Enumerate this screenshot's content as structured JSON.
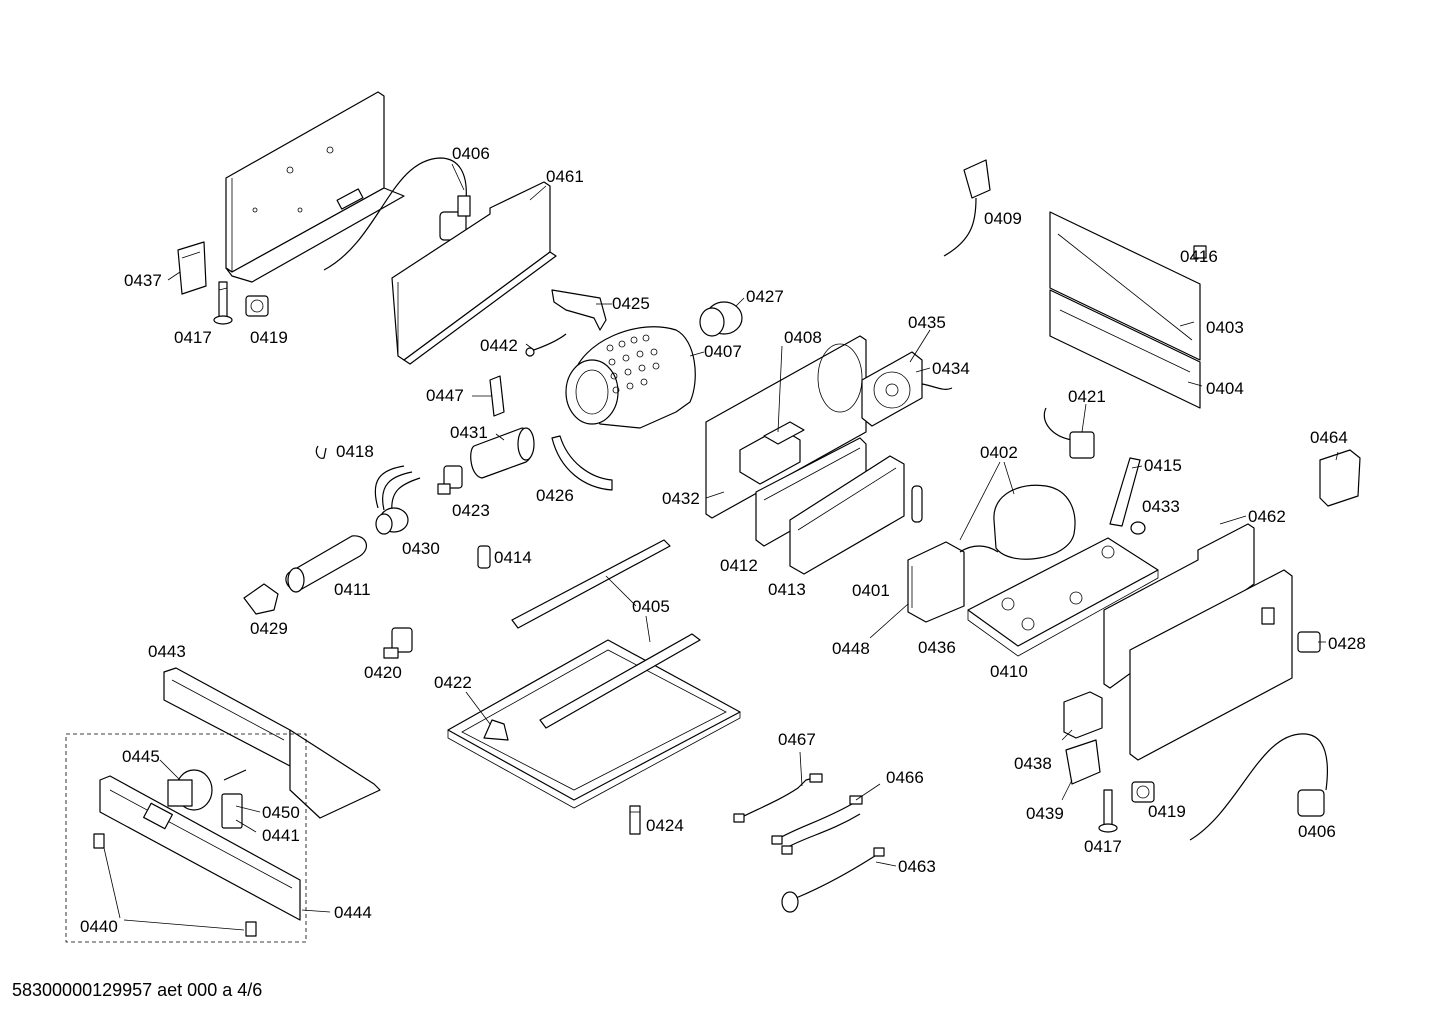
{
  "labels": {
    "p0406a": "0406",
    "p0461": "0461",
    "p0437": "0437",
    "p0417a": "0417",
    "p0419a": "0419",
    "p0425": "0425",
    "p0427": "0427",
    "p0442": "0442",
    "p0407": "0407",
    "p0447": "0447",
    "p0431": "0431",
    "p0418": "0418",
    "p0423": "0423",
    "p0426": "0426",
    "p0430": "0430",
    "p0411": "0411",
    "p0414": "0414",
    "p0429": "0429",
    "p0420": "0420",
    "p0405": "0405",
    "p0422": "0422",
    "p0443": "0443",
    "p0445": "0445",
    "p0450": "0450",
    "p0441": "0441",
    "p0444": "0444",
    "p0440": "0440",
    "p0424": "0424",
    "p0467": "0467",
    "p0466": "0466",
    "p0463": "0463",
    "p0409": "0409",
    "p0416": "0416",
    "p0403": "0403",
    "p0404": "0404",
    "p0408": "0408",
    "p0435": "0435",
    "p0434": "0434",
    "p0421": "0421",
    "p0464": "0464",
    "p0402": "0402",
    "p0415": "0415",
    "p0433": "0433",
    "p0462": "0462",
    "p0432": "0432",
    "p0412": "0412",
    "p0413": "0413",
    "p0401": "0401",
    "p0448": "0448",
    "p0436": "0436",
    "p0410": "0410",
    "p0428": "0428",
    "p0438": "0438",
    "p0439": "0439",
    "p0417b": "0417",
    "p0419b": "0419",
    "p0406b": "0406"
  },
  "footer": "58300000129957 aet 000 a 4/6"
}
